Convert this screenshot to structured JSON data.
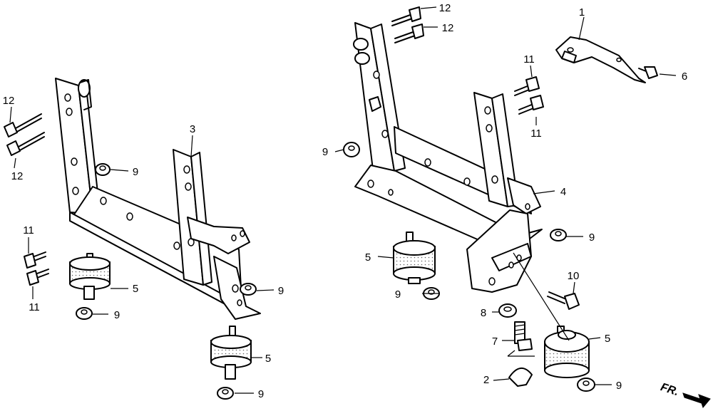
{
  "callouts": {
    "c1": "1",
    "c2": "2",
    "c3": "3",
    "c4": "4",
    "c5a": "5",
    "c5b": "5",
    "c5c": "5",
    "c5d": "5",
    "c6": "6",
    "c7": "7",
    "c8": "8",
    "c9a": "9",
    "c9b": "9",
    "c9c": "9",
    "c9d": "9",
    "c9e": "9",
    "c9f": "9",
    "c9g": "9",
    "c10": "10",
    "c11a": "11",
    "c11b": "11",
    "c11c": "11",
    "c11d": "11",
    "c12a": "12",
    "c12b": "12",
    "c12c": "12",
    "c12d": "12"
  },
  "direction": {
    "label": "FR."
  }
}
